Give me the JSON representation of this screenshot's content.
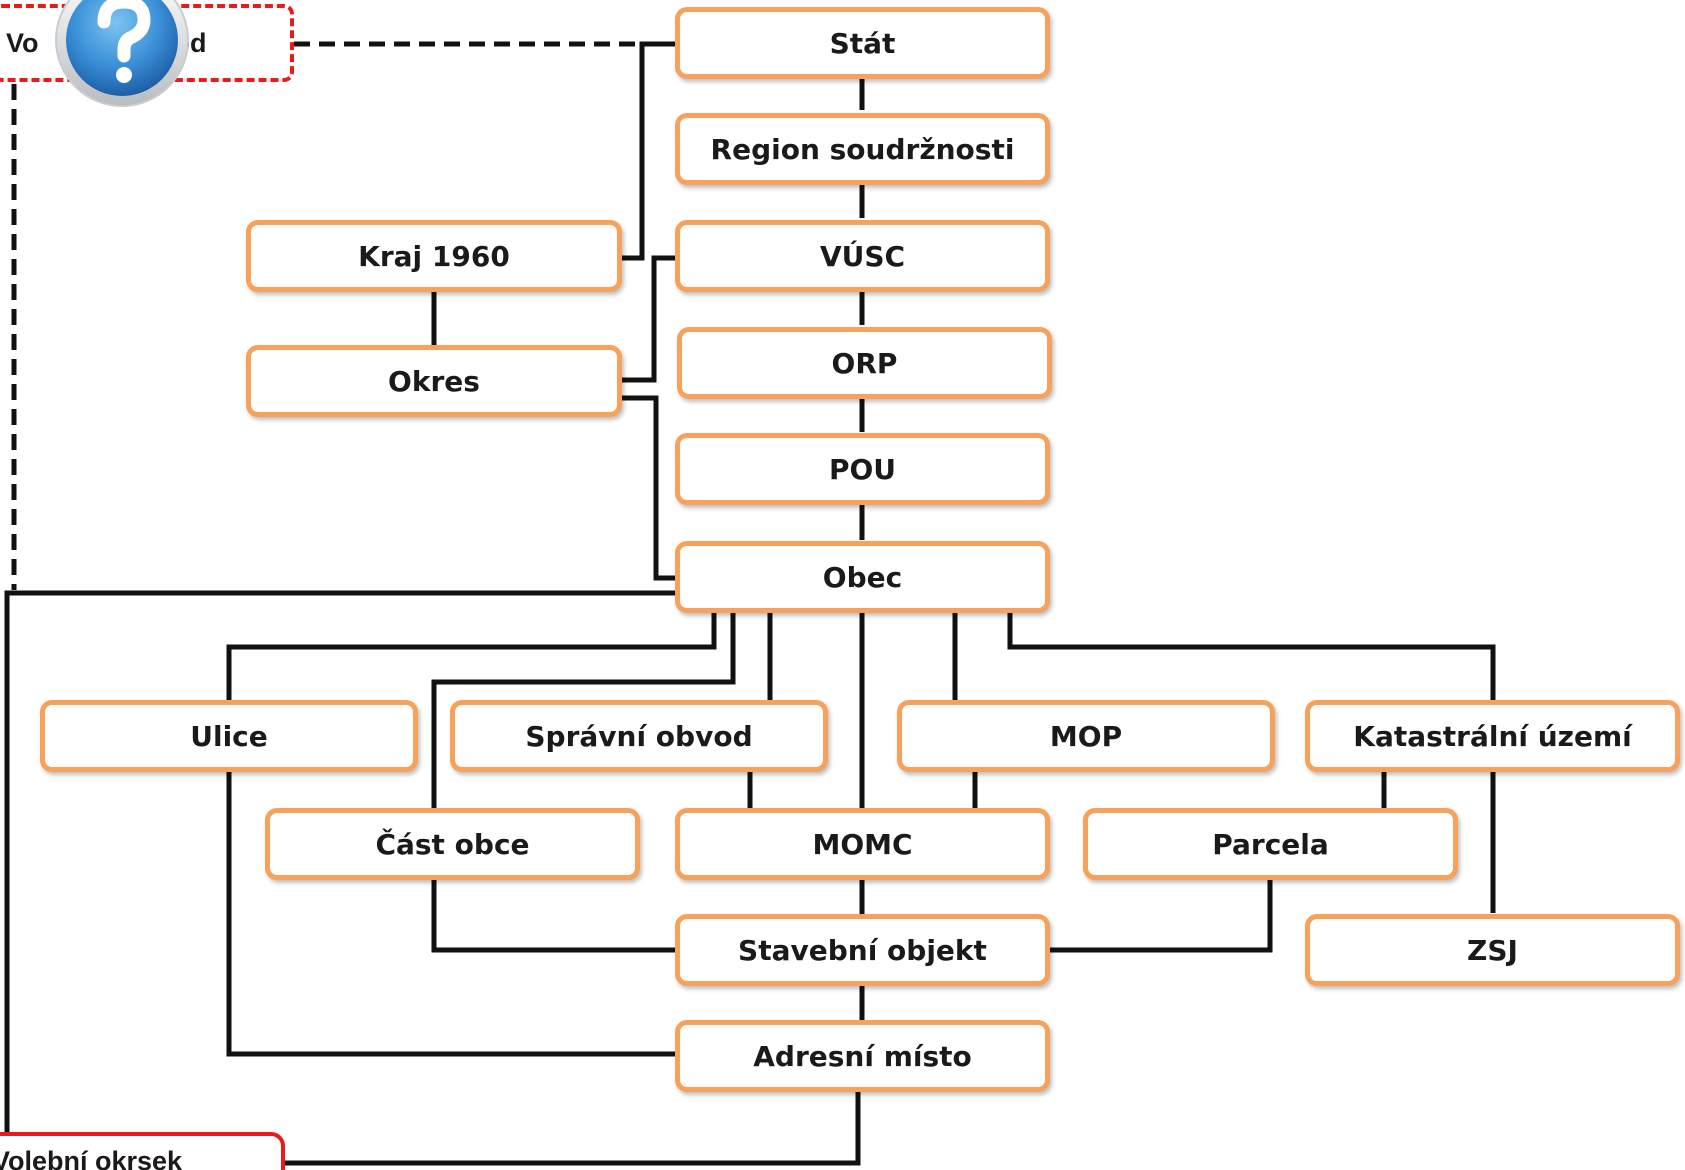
{
  "nodes": {
    "stat": "Stát",
    "region": "Region soudržnosti",
    "vusc": "VÚSC",
    "kraj1960": "Kraj 1960",
    "okres": "Okres",
    "orp": "ORP",
    "pou": "POU",
    "obec": "Obec",
    "ulice": "Ulice",
    "spravni_obvod": "Správní obvod",
    "mop": "MOP",
    "katastralni_uzemi": "Katastrální území",
    "cast_obce": "Část obce",
    "momc": "MOMC",
    "parcela": "Parcela",
    "stavebni_objekt": "Stavební objekt",
    "zsj": "ZSJ",
    "adresni_misto": "Adresní místo",
    "volebni_obvod_partial": "Vo     od",
    "volebni_okrsek": "Volební okrsek"
  },
  "icons": {
    "help": "question-mark-icon"
  },
  "colors": {
    "box_border": "#f7a15a",
    "highlight_border": "#e81b1b",
    "connector": "#111111",
    "help_icon": "#3a8fd6"
  }
}
